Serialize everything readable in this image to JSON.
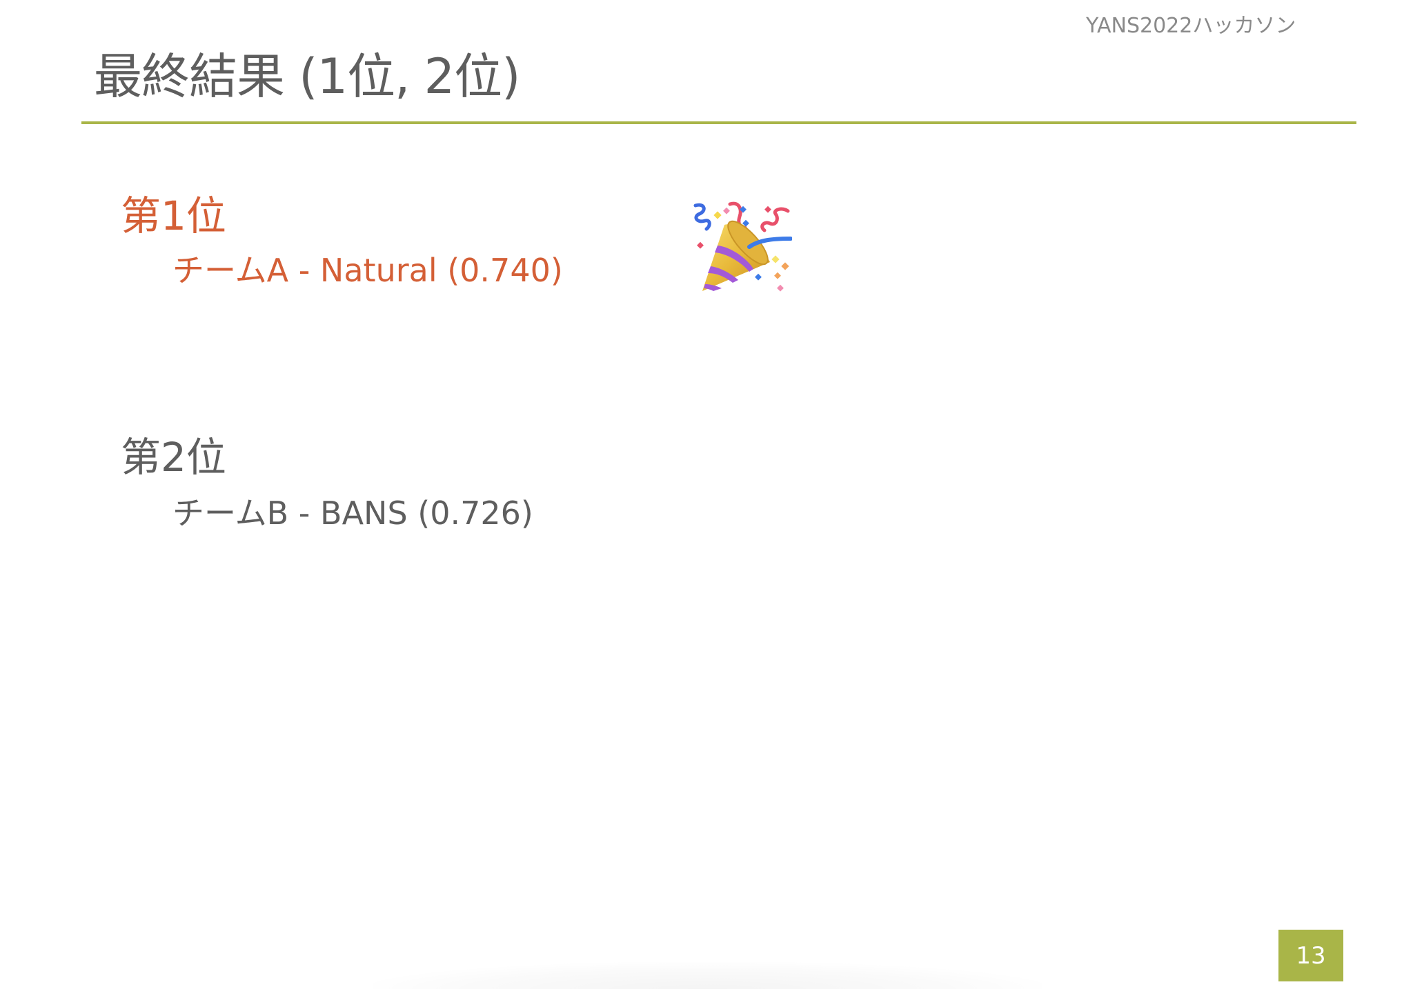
{
  "slide": {
    "header_label": "YANS2022ハッカソン",
    "title": "最終結果 (1位,  2位)",
    "page_number": "13",
    "colors": {
      "accent": "#a9b548",
      "highlight": "#d45f36",
      "text": "#5e5e5e",
      "header_text": "#8a8a8a"
    }
  },
  "results": [
    {
      "rank_label": "第1位",
      "detail": "チームA - Natural (0.740)",
      "team": "チームA",
      "team_name": "Natural",
      "score": "0.740",
      "icon": "party-popper-icon"
    },
    {
      "rank_label": "第2位",
      "detail": "チームB - BANS (0.726)",
      "team": "チームB",
      "team_name": "BANS",
      "score": "0.726"
    }
  ]
}
